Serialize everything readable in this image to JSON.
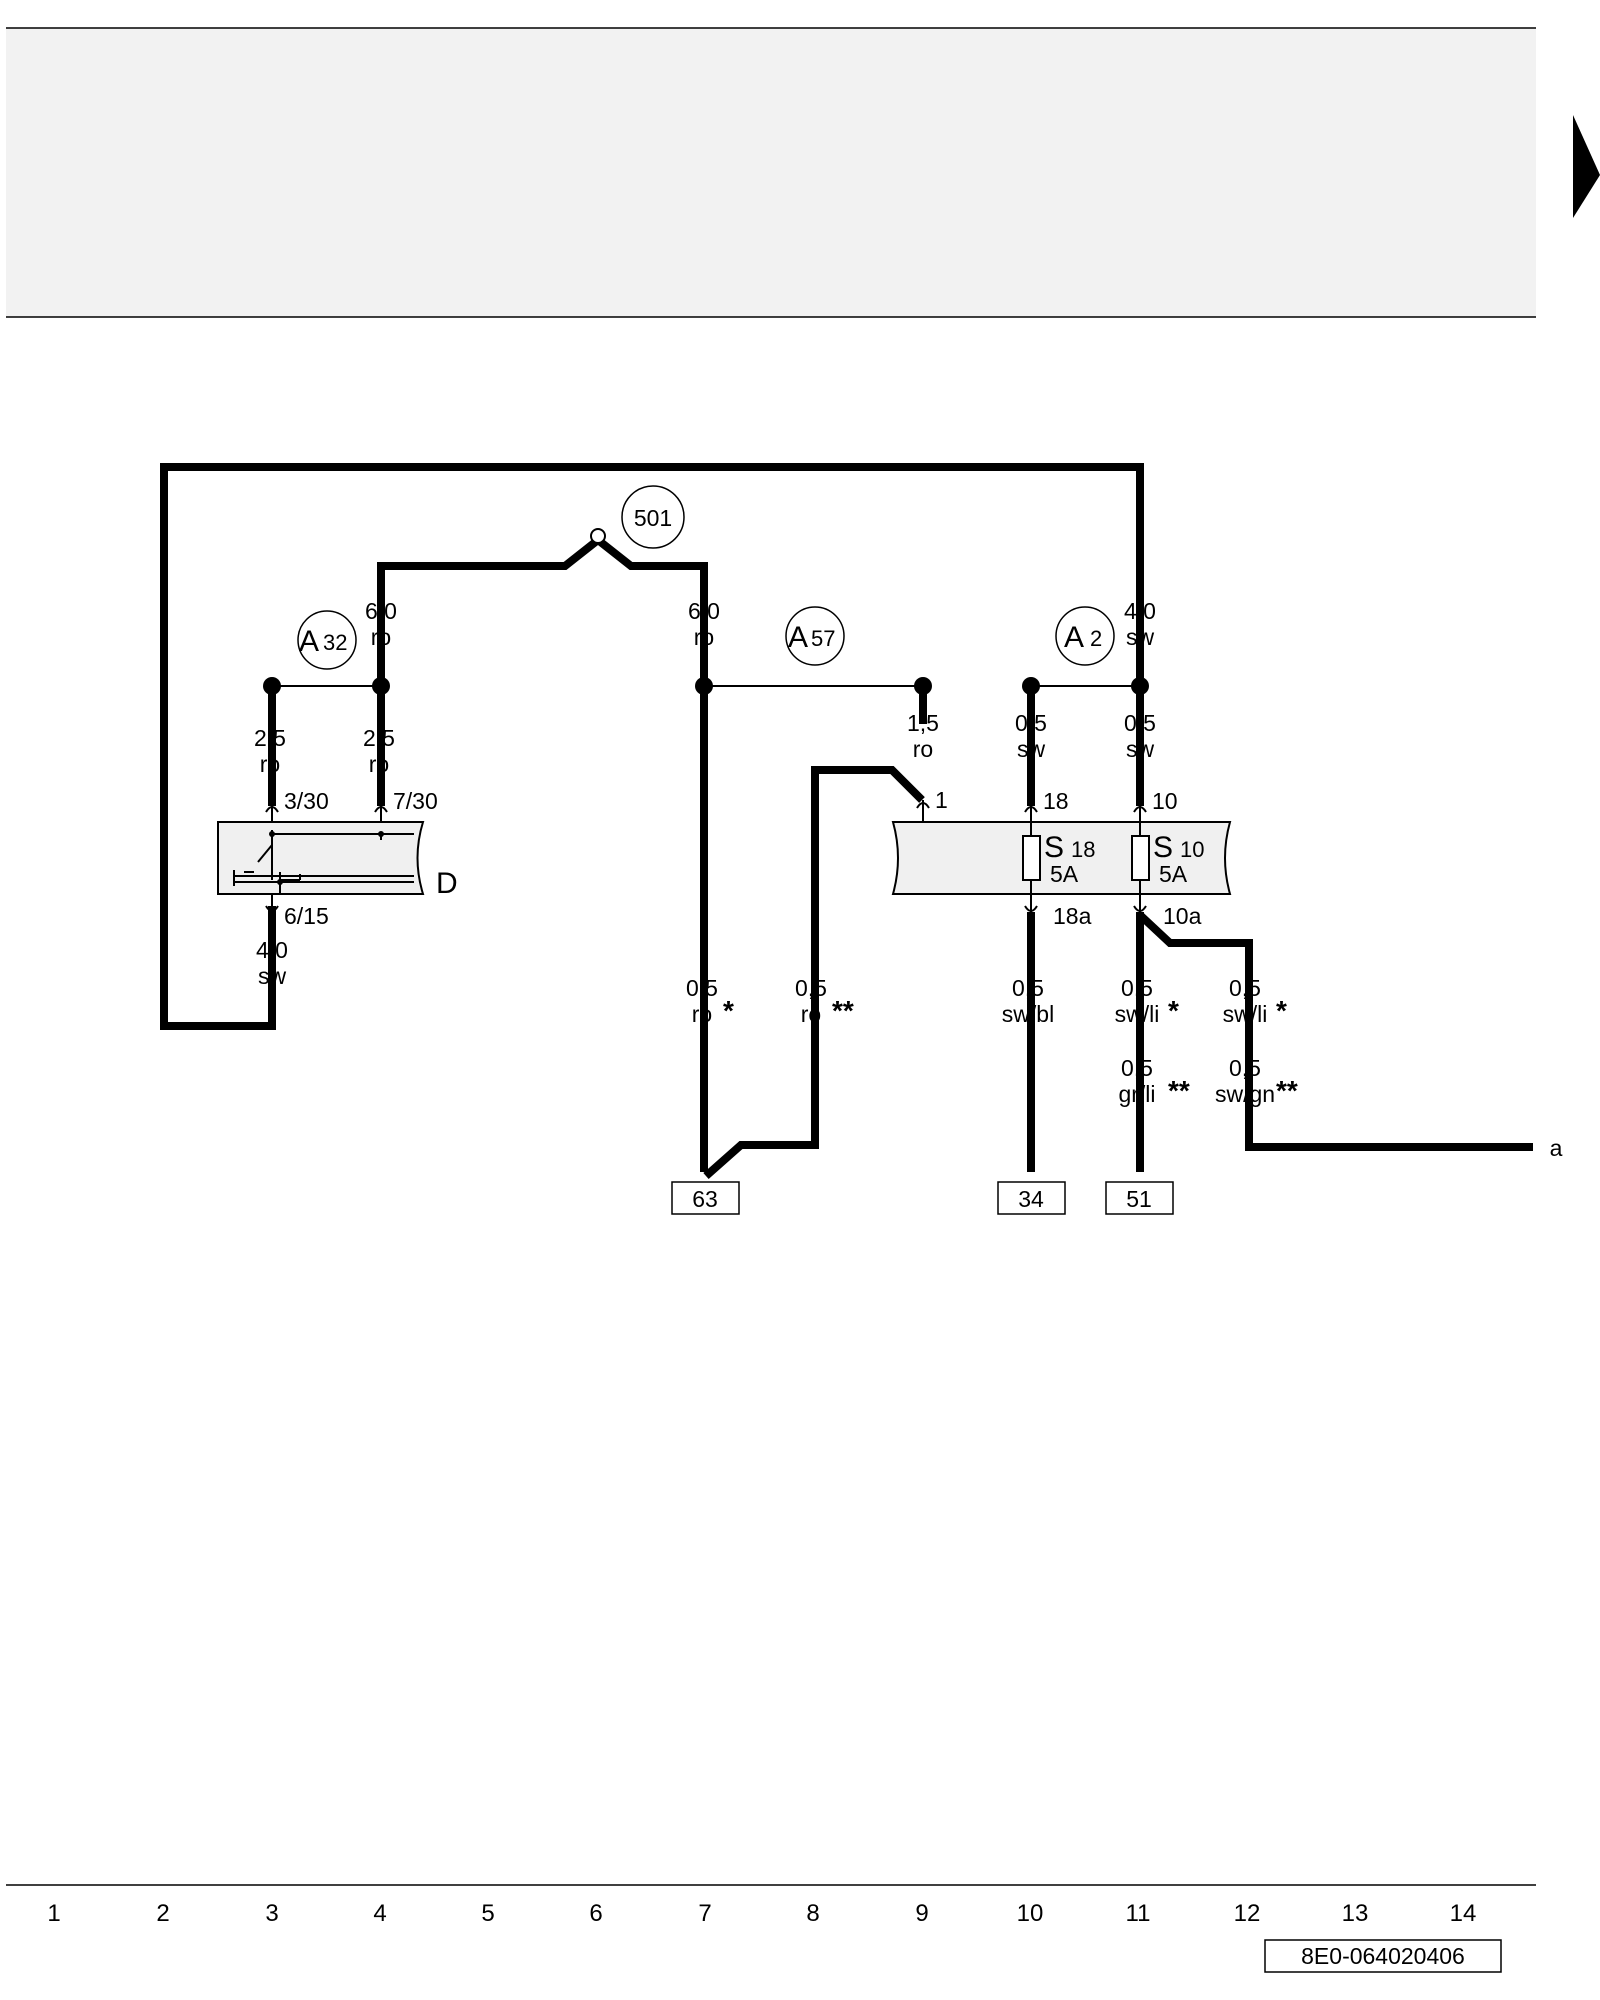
{
  "diagram_id": "8E0-064020406",
  "component_label": "D",
  "connectors": [
    {
      "id": "A32",
      "letter": "A",
      "number": "32"
    },
    {
      "id": "A57",
      "letter": "A",
      "number": "57"
    },
    {
      "id": "A2",
      "letter": "A",
      "number": "2"
    },
    {
      "id": "501",
      "number": "501"
    }
  ],
  "fuses": [
    {
      "id": "S18",
      "letter": "S",
      "number": "18",
      "rating": "5A",
      "in_pin": "18",
      "out_pin": "18a"
    },
    {
      "id": "S10",
      "letter": "S",
      "number": "10",
      "rating": "5A",
      "in_pin": "10",
      "out_pin": "10a"
    }
  ],
  "switch_pins": [
    "3/30",
    "7/30",
    "6/15"
  ],
  "fuse_box_pins": [
    "1"
  ],
  "wires": [
    {
      "size": "6,0",
      "color": "ro"
    },
    {
      "size": "6,0",
      "color": "ro"
    },
    {
      "size": "4,0",
      "color": "sw"
    },
    {
      "size": "2,5",
      "color": "ro"
    },
    {
      "size": "2,5",
      "color": "ro"
    },
    {
      "size": "1,5",
      "color": "ro"
    },
    {
      "size": "0,5",
      "color": "sw"
    },
    {
      "size": "0,5",
      "color": "sw"
    },
    {
      "size": "4,0",
      "color": "sw"
    },
    {
      "size": "0,5",
      "color": "ro",
      "mark": "*"
    },
    {
      "size": "0,5",
      "color": "ro",
      "mark": "**"
    },
    {
      "size": "0,5",
      "color": "sw/bl"
    },
    {
      "size": "0,5",
      "color": "sw/li",
      "mark": "*"
    },
    {
      "size": "0,5",
      "color": "sw/li",
      "mark": "*"
    },
    {
      "size": "0,5",
      "color": "gr/li",
      "mark": "**"
    },
    {
      "size": "0,5",
      "color": "sw/gn",
      "mark": "**"
    }
  ],
  "targets": [
    "63",
    "34",
    "51"
  ],
  "continuation": "a",
  "columns": [
    "1",
    "2",
    "3",
    "4",
    "5",
    "6",
    "7",
    "8",
    "9",
    "10",
    "11",
    "12",
    "13",
    "14"
  ]
}
